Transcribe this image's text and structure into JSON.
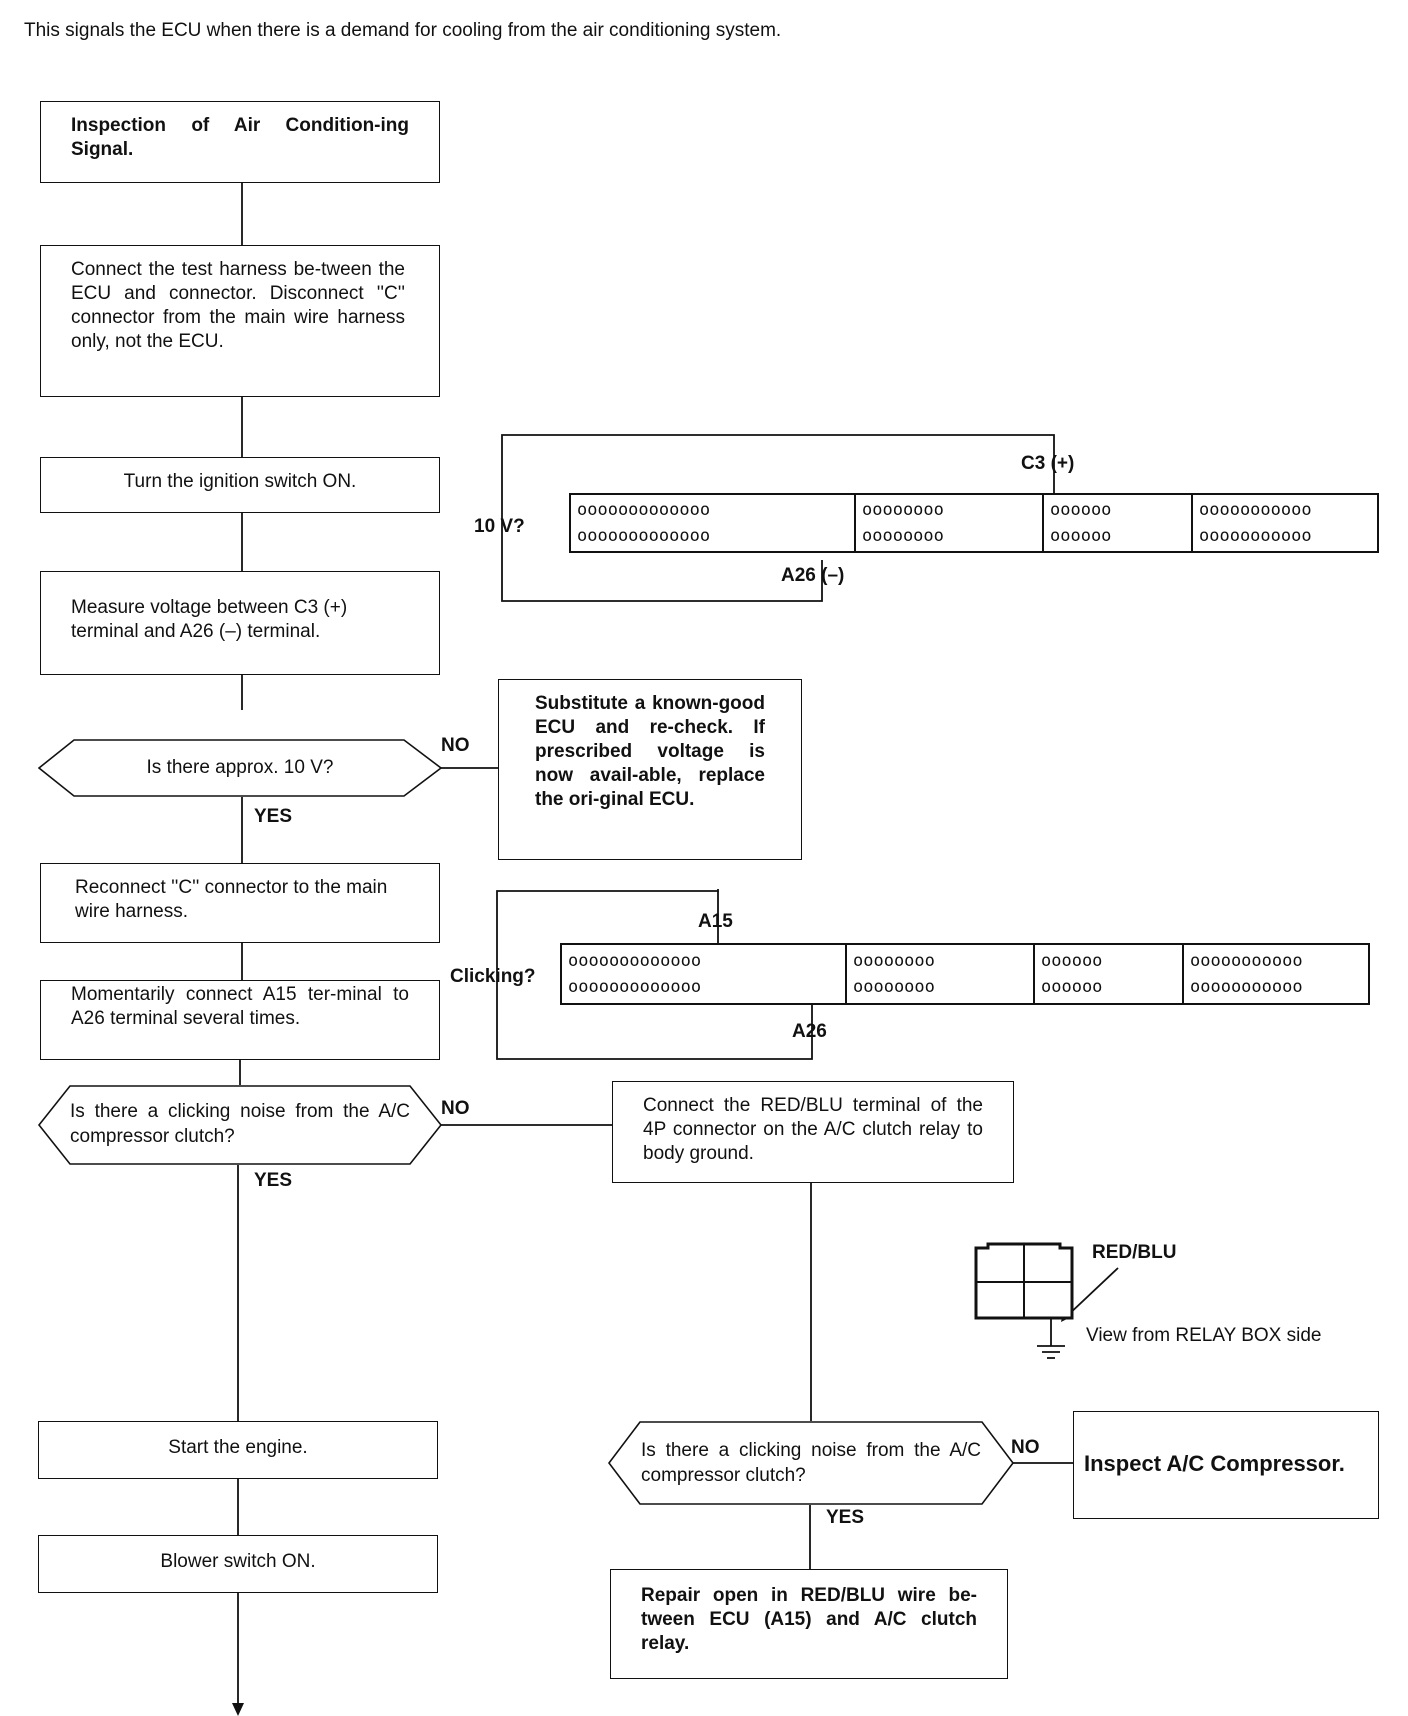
{
  "intro": "This signals the ECU when there is a demand for cooling from the air conditioning system.",
  "steps": {
    "start": "Inspection of Air Condition-ing Signal.",
    "connect": "Connect the test harness be-tween the ECU and connector. Disconnect ''C'' connector from the main wire harness only, not the ECU.",
    "ignition": "Turn the ignition switch ON.",
    "measure": "Measure voltage between C3 (+) terminal and A26 (–) terminal.",
    "q_voltage": "Is there approx. 10 V?",
    "substitute": "Substitute a known-good ECU and re-check. If prescribed voltage is now avail-able, replace the ori-ginal ECU.",
    "reconnect": "Reconnect ''C'' connector to the main wire harness.",
    "momentary": "Momentarily connect A15 ter-minal to A26 terminal several times.",
    "q_click1": "Is there a clicking noise from the A/C compressor clutch?",
    "relay_ground": "Connect the RED/BLU terminal of the 4P connector on the A/C clutch relay to body ground.",
    "start_engine": "Start the engine.",
    "blower": "Blower switch ON.",
    "q_click2": "Is there a clicking noise from the A/C compressor clutch?",
    "inspect_comp": "Inspect A/C Compressor.",
    "repair": "Repair open in RED/BLU wire be-tween ECU (A15) and A/C clutch relay."
  },
  "answers": {
    "no": "NO",
    "yes": "YES"
  },
  "connector1": {
    "pin_pos": "C3 (+)",
    "pin_neg": "A26 (–)",
    "meter": "10 V?",
    "rows": [
      [
        "ooooooooooooo",
        "oooooooo",
        "oooooo",
        "ooooooooooo"
      ],
      [
        "ooooooooooooo",
        "oooooooo",
        "oooooo",
        "ooooooooooo"
      ]
    ]
  },
  "connector2": {
    "pin_a15": "A15",
    "pin_a26": "A26",
    "meter": "Clicking?",
    "rows": [
      [
        "ooooooooooooo",
        "oooooooo",
        "oooooo",
        "ooooooooooo"
      ],
      [
        "ooooooooooooo",
        "oooooooo",
        "oooooo",
        "ooooooooooo"
      ]
    ]
  },
  "relay": {
    "wire": "RED/BLU",
    "view": "View from RELAY BOX side"
  }
}
